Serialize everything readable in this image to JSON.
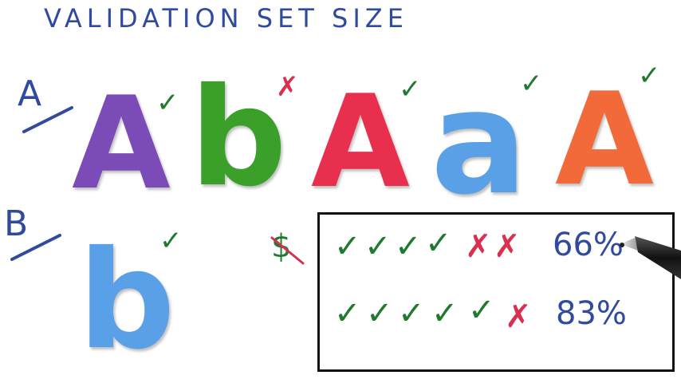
{
  "title": "VALIDATION SET SIZE",
  "row_a_label": "A",
  "row_b_label": "B",
  "letters": [
    {
      "char": "A",
      "color": "#7b4bb8",
      "mark": "✓"
    },
    {
      "char": "b",
      "color": "#3aa02a",
      "mark": "✗"
    },
    {
      "char": "A",
      "color": "#e8304e",
      "mark": "✓"
    },
    {
      "char": "a",
      "color": "#5aa0e6",
      "mark": "✓"
    },
    {
      "char": "A",
      "color": "#f36a3a",
      "mark": "✓"
    }
  ],
  "row_b_letter": {
    "char": "b",
    "color": "#5aa0e6",
    "mark": "✓"
  },
  "crossed_symbol": "$",
  "results": {
    "row1": {
      "marks": [
        "✓",
        "✓",
        "✓",
        "✓",
        "✗",
        "✗"
      ],
      "percent": "66%"
    },
    "row2": {
      "marks": [
        "✓",
        "✓",
        "✓",
        "✓",
        "✓",
        "✗"
      ],
      "percent": "83%"
    }
  },
  "colors": {
    "ink_blue": "#2f4a9e",
    "check_green": "#1f7a2e",
    "cross_red": "#d9304f"
  }
}
